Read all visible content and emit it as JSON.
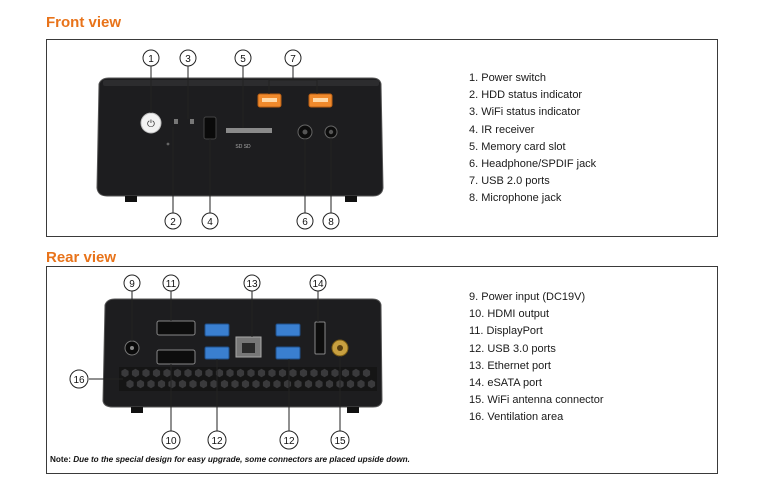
{
  "sections": {
    "front": {
      "title": "Front view",
      "legend": [
        "1. Power switch",
        "2. HDD status indicator",
        "3. WiFi status indicator",
        "4. IR receiver",
        "5. Memory card slot",
        "6. Headphone/SPDIF jack",
        "7. USB 2.0 ports",
        "8. Microphone jack"
      ],
      "callouts_top": [
        "1",
        "3",
        "5",
        "7"
      ],
      "callouts_bottom": [
        "2",
        "4",
        "6",
        "8"
      ]
    },
    "rear": {
      "title": "Rear view",
      "legend": [
        "9. Power input (DC19V)",
        "10. HDMI output",
        "11. DisplayPort",
        "12. USB 3.0 ports",
        "13. Ethernet port",
        "14. eSATA port",
        "15. WiFi antenna connector",
        "16. Ventilation area"
      ],
      "callouts_top": [
        "9",
        "11",
        "13",
        "14"
      ],
      "callouts_left": [
        "16"
      ],
      "callouts_bottom": [
        "10",
        "12",
        "12",
        "15"
      ],
      "note_label": "Note:",
      "note_text": "Due to the special design for easy upgrade, some connectors are placed upside down."
    }
  },
  "colors": {
    "accent": "#e8731a",
    "device_body": "#1d1d1f",
    "usb2_port": "#f08a2c",
    "usb3_port": "#3a7fd0"
  }
}
